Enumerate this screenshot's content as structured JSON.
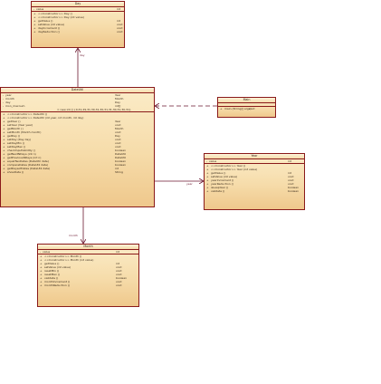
{
  "classes": {
    "day": {
      "title": "Day",
      "fields": [
        {
          "vis": "-",
          "name": "value",
          "type": "int"
        }
      ],
      "methods": [
        {
          "vis": "+",
          "name": "<<Constructor>> Day ()",
          "type": ""
        },
        {
          "vis": "+",
          "name": "<<Constructor>> Day (int value)",
          "type": ""
        },
        {
          "vis": "+",
          "name": "getValue ()",
          "type": "int"
        },
        {
          "vis": "+",
          "name": "setValue (int value)",
          "type": "void"
        },
        {
          "vis": "+",
          "name": "dayIncrement ()",
          "type": "void"
        },
        {
          "vis": "+",
          "name": "dayReduction ()",
          "type": "void"
        }
      ]
    },
    "dateutil": {
      "title": "DateUtil",
      "fields": [
        {
          "vis": "-",
          "name": "year",
          "type": "Year"
        },
        {
          "vis": "-",
          "name": "month",
          "type": "Month"
        },
        {
          "vis": "-",
          "name": "day",
          "type": "Day"
        },
        {
          "vis": "-",
          "name": "mon_maxnum",
          "type": "int[]"
        },
        {
          "vis": "",
          "name": "= new int [] {0,31,29,31,30,31,30,31,31,30,31,30,31}",
          "type": ""
        }
      ],
      "methods": [
        {
          "vis": "+",
          "name": "<<Constructor>> DateUtil ()",
          "type": ""
        },
        {
          "vis": "+",
          "name": "<<Constructor>> DateUtil (int year, int month, int day)",
          "type": ""
        },
        {
          "vis": "+",
          "name": "getYear ()",
          "type": "Year"
        },
        {
          "vis": "+",
          "name": "setYear (Year year)",
          "type": "void"
        },
        {
          "vis": "+",
          "name": "getMonth ()",
          "type": "Month"
        },
        {
          "vis": "+",
          "name": "setMonth (Month month)",
          "type": "void"
        },
        {
          "vis": "+",
          "name": "getDay ()",
          "type": "Day"
        },
        {
          "vis": "+",
          "name": "setDay (Day day)",
          "type": "void"
        },
        {
          "vis": "+",
          "name": "setDayMin ()",
          "type": "void"
        },
        {
          "vis": "+",
          "name": "setDayMax ()",
          "type": "void"
        },
        {
          "vis": "+",
          "name": "checkInputValidity ()",
          "type": "boolean"
        },
        {
          "vis": "+",
          "name": "getNextNDays (int n)",
          "type": "DateUtil"
        },
        {
          "vis": "+",
          "name": "getPreviousNDays (int n)",
          "type": "DateUtil"
        },
        {
          "vis": "+",
          "name": "equalTwoDates (DateUtil date)",
          "type": "boolean"
        },
        {
          "vis": "+",
          "name": "compareDates (DateUtil date)",
          "type": "boolean"
        },
        {
          "vis": "+",
          "name": "getDaysofDates (DateUtil date)",
          "type": "int"
        },
        {
          "vis": "+",
          "name": "showDate ()",
          "type": "String"
        }
      ]
    },
    "main": {
      "title": "Main",
      "fields": [],
      "methods": [
        {
          "vis": "+",
          "name": "main (String[] args)",
          "type": "void"
        }
      ]
    },
    "year": {
      "title": "Year",
      "fields": [
        {
          "vis": "-",
          "name": "value",
          "type": "int"
        }
      ],
      "methods": [
        {
          "vis": "+",
          "name": "<<Constructor>> Year ()",
          "type": ""
        },
        {
          "vis": "+",
          "name": "<<Constructor>> Year (int value)",
          "type": ""
        },
        {
          "vis": "+",
          "name": "getValue ()",
          "type": "int"
        },
        {
          "vis": "+",
          "name": "setValue (int value)",
          "type": "void"
        },
        {
          "vis": "+",
          "name": "yearIncrement ()",
          "type": "void"
        },
        {
          "vis": "+",
          "name": "yearReduction ()",
          "type": "void"
        },
        {
          "vis": "+",
          "name": "isLeapYear ()",
          "type": "boolean"
        },
        {
          "vis": "+",
          "name": "validate ()",
          "type": "boolean"
        }
      ]
    },
    "month": {
      "title": "Month",
      "fields": [
        {
          "vis": "-",
          "name": "value",
          "type": "int"
        }
      ],
      "methods": [
        {
          "vis": "+",
          "name": "<<Constructor>> Month ()",
          "type": ""
        },
        {
          "vis": "+",
          "name": "<<Constructor>> Month (int value)",
          "type": ""
        },
        {
          "vis": "+",
          "name": "getValue ()",
          "type": "int"
        },
        {
          "vis": "+",
          "name": "setValue (int value)",
          "type": "void"
        },
        {
          "vis": "+",
          "name": "resetMin ()",
          "type": "void"
        },
        {
          "vis": "+",
          "name": "resetMax ()",
          "type": "void"
        },
        {
          "vis": "+",
          "name": "validate ()",
          "type": "boolean"
        },
        {
          "vis": "+",
          "name": "monthIncrement ()",
          "type": "void"
        },
        {
          "vis": "+",
          "name": "monthReduction ()",
          "type": "void"
        }
      ]
    }
  },
  "edges": {
    "day_label": "day",
    "month_label": "month",
    "year_label": "year"
  },
  "colors": {
    "border": "#8a1a1a",
    "edge": "#6b1830",
    "fill": "#f6dcaa"
  }
}
